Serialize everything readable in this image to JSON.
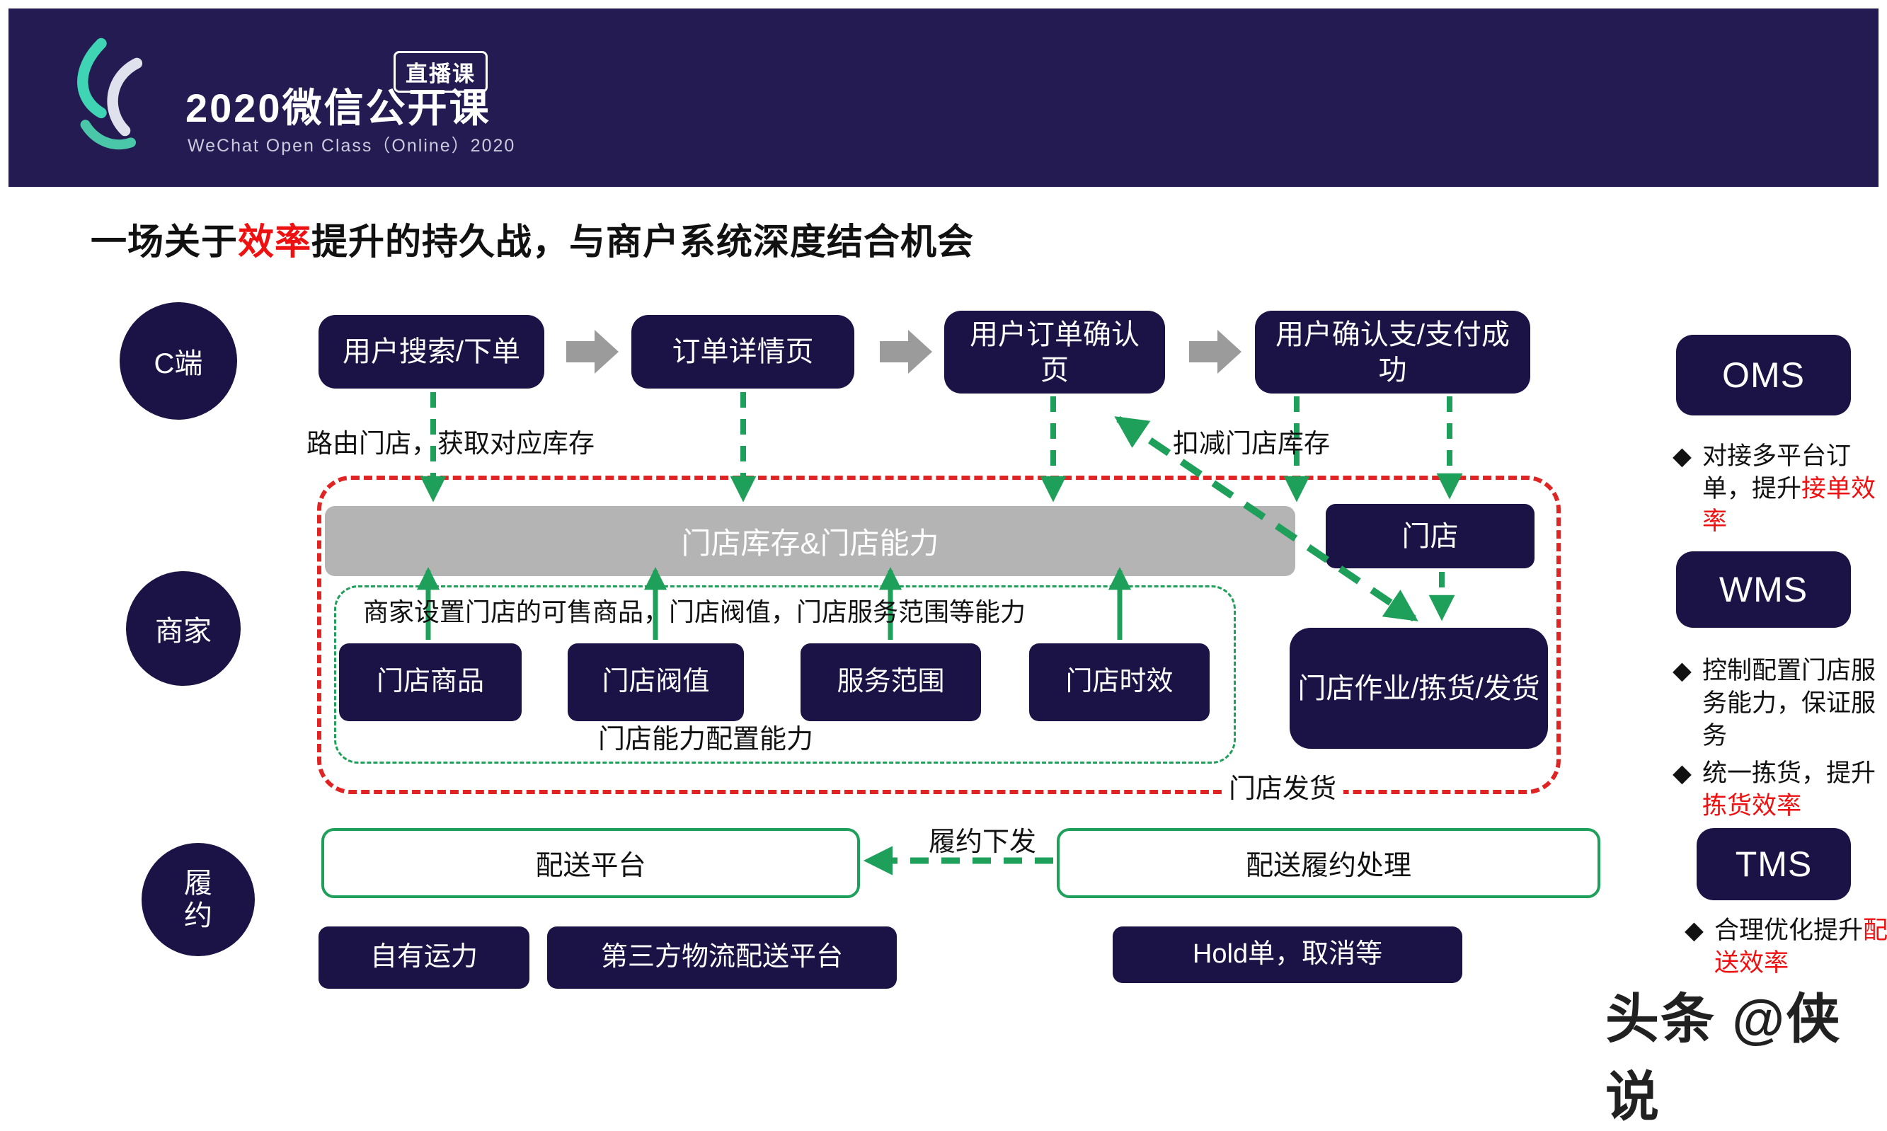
{
  "header": {
    "badge": "直播课",
    "title": "2020微信公开课",
    "subtitle": "WeChat Open Class（Online）2020"
  },
  "page_title": {
    "pre": "一场关于",
    "accent": "效率",
    "post": "提升的持久战，与商户系统深度结合机会"
  },
  "lanes": {
    "c": "C端",
    "merchant": "商家",
    "fulfillment": "履约"
  },
  "flow": {
    "top_boxes": [
      "用户搜索/下单",
      "订单详情页",
      "用户订单确认页",
      "用户确认支/支付成功"
    ],
    "inventory_bar": "门店库存&门店能力",
    "store_box": "门店",
    "store_ops_box": "门店作业/拣货/发货",
    "capability_boxes": [
      "门店商品",
      "门店阀值",
      "服务范围",
      "门店时效"
    ],
    "labels": {
      "route": "路由门店，获取对应库存",
      "deduct": "扣减门店库存",
      "merchant_note": "商家设置门店的可售商品，门店阀值，门店服务范围等能力",
      "capability_caption": "门店能力配置能力",
      "store_ship": "门店发货",
      "fulfill_dispatch": "履约下发"
    },
    "delivery_platform": "配送平台",
    "delivery_fulfillment": "配送履约处理",
    "bottom_boxes": [
      "自有运力",
      "第三方物流配送平台",
      "Hold单，取消等"
    ]
  },
  "side_panel": {
    "oms": {
      "label": "OMS",
      "bullets": [
        {
          "pre": "对接多平台订单，提升",
          "accent": "接单效率"
        }
      ]
    },
    "wms": {
      "label": "WMS",
      "bullets": [
        {
          "pre": "控制配置门店服务能力，保证服务",
          "accent": ""
        },
        {
          "pre": "统一拣货，提升",
          "accent": "拣货效率"
        }
      ]
    },
    "tms": {
      "label": "TMS",
      "bullets": [
        {
          "pre": "合理优化提升",
          "accent": "配送效率"
        }
      ]
    }
  },
  "watermark": "头条 @侠说",
  "ui": {
    "bullet_icon": "◆"
  },
  "colors": {
    "navy": "#1b1245",
    "header": "#241b52",
    "green": "#1fa05a",
    "red": "#e02424",
    "accent": "#ee1111",
    "graybar": "#b4b4b4",
    "arrowgray": "#9b9b9b",
    "ink": "#111111"
  }
}
